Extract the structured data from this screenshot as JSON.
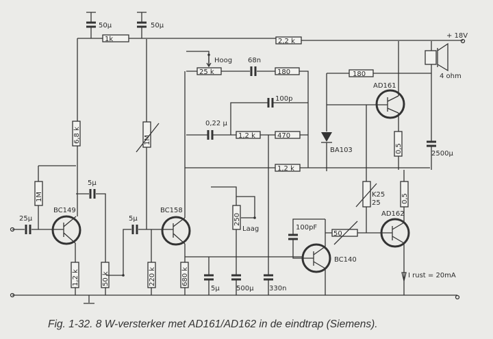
{
  "supply": {
    "label": "+ 18V"
  },
  "speaker": {
    "label": "4 ohm"
  },
  "capacitors": {
    "c_dec1": "50µ",
    "c_dec2": "50µ",
    "c_in": "25µ",
    "c_couple1": "5µ",
    "c_couple2": "5µ",
    "c_68n": "68n",
    "c_022": "0,22 µ",
    "c_100p": "100p",
    "c_100pf": "100pF",
    "c_5u": "5µ",
    "c_500u": "500µ",
    "c_330n": "330n",
    "c_out": "2500µ"
  },
  "resistors": {
    "r_1k": "1k",
    "r_22k": "2,2 k",
    "r_68k": "6,8 k",
    "r_1m_a": "1M",
    "r_1m_var": "1M",
    "r_12k_e": "1,2 k",
    "r_50k": "50 k",
    "r_220k": "220 k",
    "r_680k": "680 k",
    "r_25k": "25 k",
    "r_180a": "180",
    "r_180b": "180",
    "r_12k_a": "1,2 k",
    "r_470": "470",
    "r_12k_b": "1,2 k",
    "r_250": "250",
    "r_05a": "0,5",
    "r_05b": "0,5",
    "r_50": "50",
    "r_k25": "K25",
    "r_k25_val": "25"
  },
  "labels": {
    "hoog": "Hoog",
    "laag": "Laag",
    "irust": "I rust = 20mA"
  },
  "transistors": {
    "q1": "BC149",
    "q2": "BC158",
    "q3": "BC140",
    "q4": "AD161",
    "q5": "AD162"
  },
  "diode": {
    "label": "BA103"
  },
  "caption": "Fig. 1-32. 8 W-versterker met AD161/AD162 in de eindtrap (Siemens)."
}
